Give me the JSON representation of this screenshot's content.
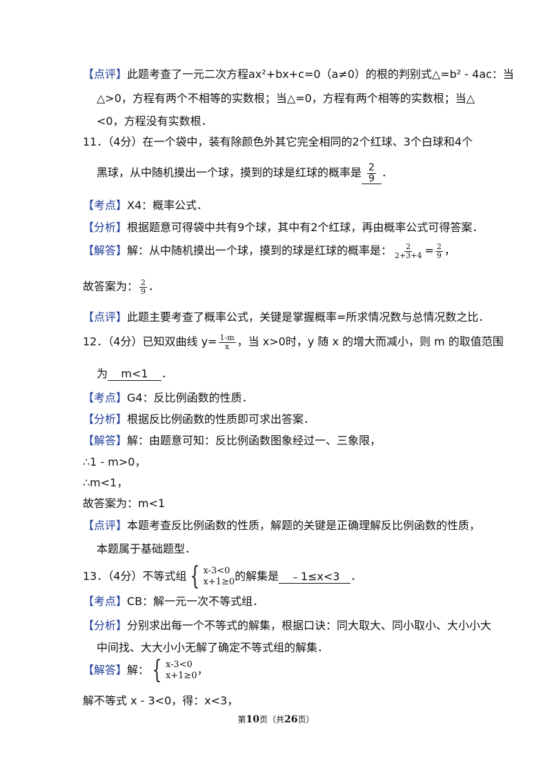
{
  "tags": {
    "comment": "【点评】",
    "point": "【考点】",
    "analysis": "【分析】",
    "solution": "【解答】"
  },
  "q10": {
    "comment_l1": "此题考查了一元二次方程ax²+bx+c=0（a≠0）的根的判别式△=b² - 4ac：当",
    "comment_l2": "△>0，方程有两个不相等的实数根；当△=0，方程有两个相等的实数根；当△",
    "comment_l3": "<0，方程没有实数根．"
  },
  "q11": {
    "stem_l1": "11．（4分）在一个袋中，装有除颜色外其它完全相同的2个红球、3个白球和4个",
    "stem_l2": "黑球，从中随机摸出一个球，摸到的球是红球的概率是",
    "answer_num": "2",
    "answer_den": "9",
    "stem_end": "．",
    "point": "X4：概率公式．",
    "analysis": "根据题意可得袋中共有9个球，其中有2个红球，再由概率公式可得答案．",
    "solution_text": "解：从中随机摸出一个球，摸到的球是红球的概率是：",
    "sol_frac1_num": "2",
    "sol_frac1_den": "2+3+4",
    "sol_eq": "=",
    "sol_frac2_num": "2",
    "sol_frac2_den": "9",
    "sol_end": "，",
    "final_text": "故答案为：",
    "final_num": "2",
    "final_den": "9",
    "final_end": "．",
    "comment": "此题主要考查了概率公式，关键是掌握概率=所求情况数与总情况数之比．"
  },
  "q12": {
    "stem_a": "12．（4分）已知双曲线 y=",
    "frac_num": "1-m",
    "frac_den": "x",
    "stem_b": "，当 x>0时，y 随 x 的增大而减小，则 m 的取值范围",
    "stem_l2_a": "为",
    "answer": "m<1",
    "stem_l2_b": "．",
    "point": "G4：反比例函数的性质．",
    "analysis": "根据反比例函数的性质即可求出答案．",
    "solution": "解：由题意可知：反比例函数图象经过一、三象限，",
    "step1": "∴1 - m>0，",
    "step2": "∴m<1，",
    "final": "故答案为：m<1",
    "comment_l1": "本题考查反比例函数的性质，解题的关键是正确理解反比例函数的性质，",
    "comment_l2": "本题属于基础题型．"
  },
  "q13": {
    "stem_a": "13．（4分）不等式组",
    "ineq1": "x-3<0",
    "ineq2": "x+1≥0",
    "stem_b": "的解集是",
    "answer": "﹣1≤x<3",
    "stem_c": "．",
    "point": "CB：解一元一次不等式组．",
    "analysis_l1": "分别求出每一个不等式的解集，根据口诀：同大取大、同小取小、大小小大",
    "analysis_l2": "中间找、大大小小无解了确定不等式组的解集．",
    "solution_a": "解：",
    "sol_ineq1": "x-3<0",
    "sol_ineq2": "x+1≥0",
    "solution_b": "，",
    "step1": "解不等式 x - 3<0，得：x<3，"
  },
  "footer": {
    "prefix": "第",
    "page": "10",
    "mid": "页（共",
    "total": "26",
    "suffix": "页）"
  }
}
